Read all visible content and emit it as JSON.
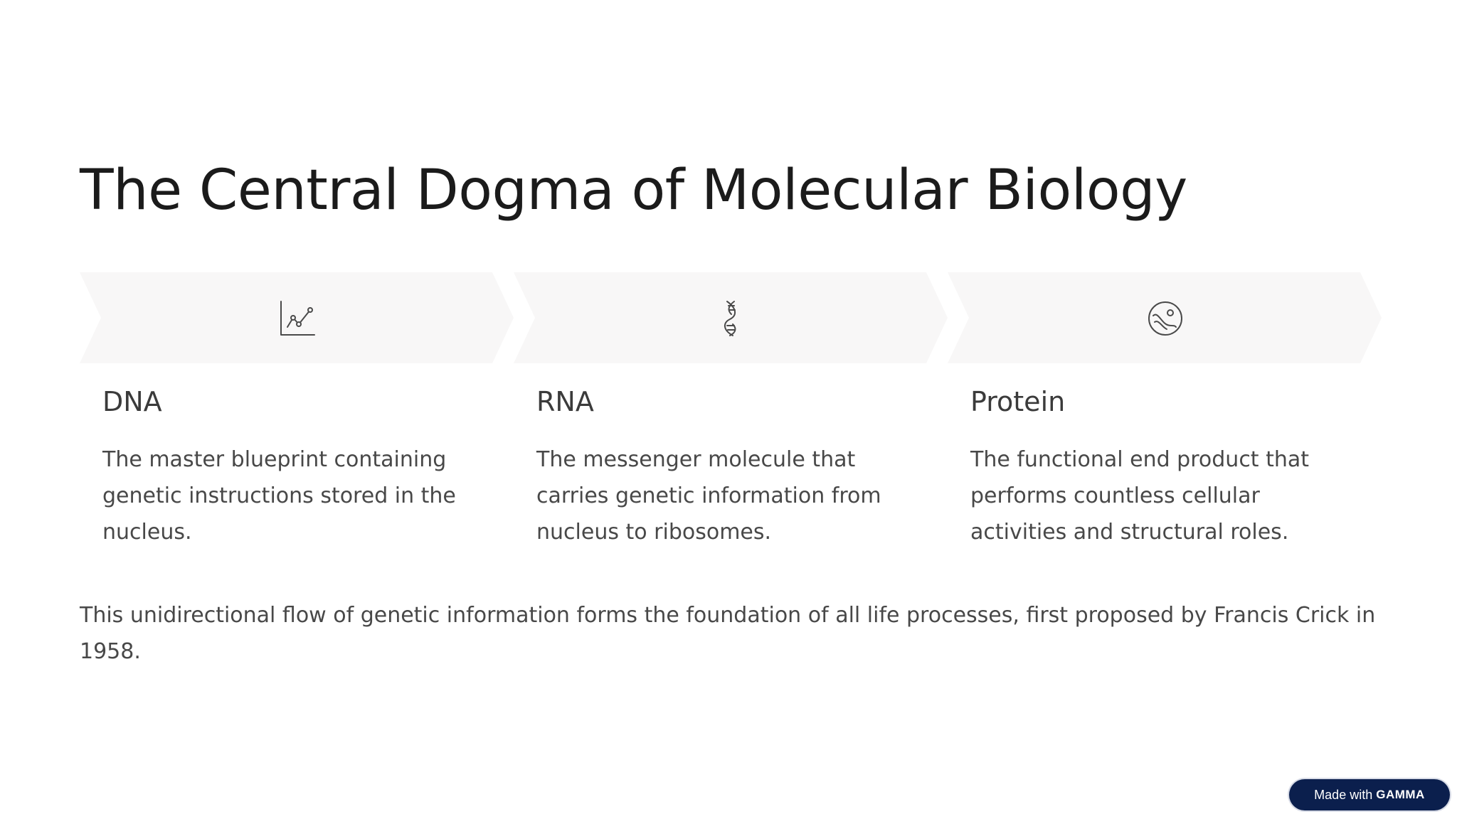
{
  "slide": {
    "title": "The Central Dogma of Molecular Biology",
    "steps": [
      {
        "icon": "line-chart-icon",
        "heading": "DNA",
        "description": "The master blueprint containing genetic instructions stored in the nucleus."
      },
      {
        "icon": "dna-helix-icon",
        "heading": "RNA",
        "description": "The messenger molecule that carries genetic information from nucleus to ribosomes."
      },
      {
        "icon": "protein-cell-icon",
        "heading": "Protein",
        "description": "The functional end product that performs countless cellular activities and structural roles."
      }
    ],
    "footer": "This unidirectional flow of genetic information forms the foundation of all life processes, first proposed by Francis Crick in 1958."
  },
  "badge": {
    "prefix": "Made with",
    "brand": "GAMMA"
  },
  "colors": {
    "arrow_fill": "#f8f7f7",
    "badge_bg": "#0b1f4d",
    "text_dark": "#1b1b1b",
    "text_body": "#484848"
  }
}
